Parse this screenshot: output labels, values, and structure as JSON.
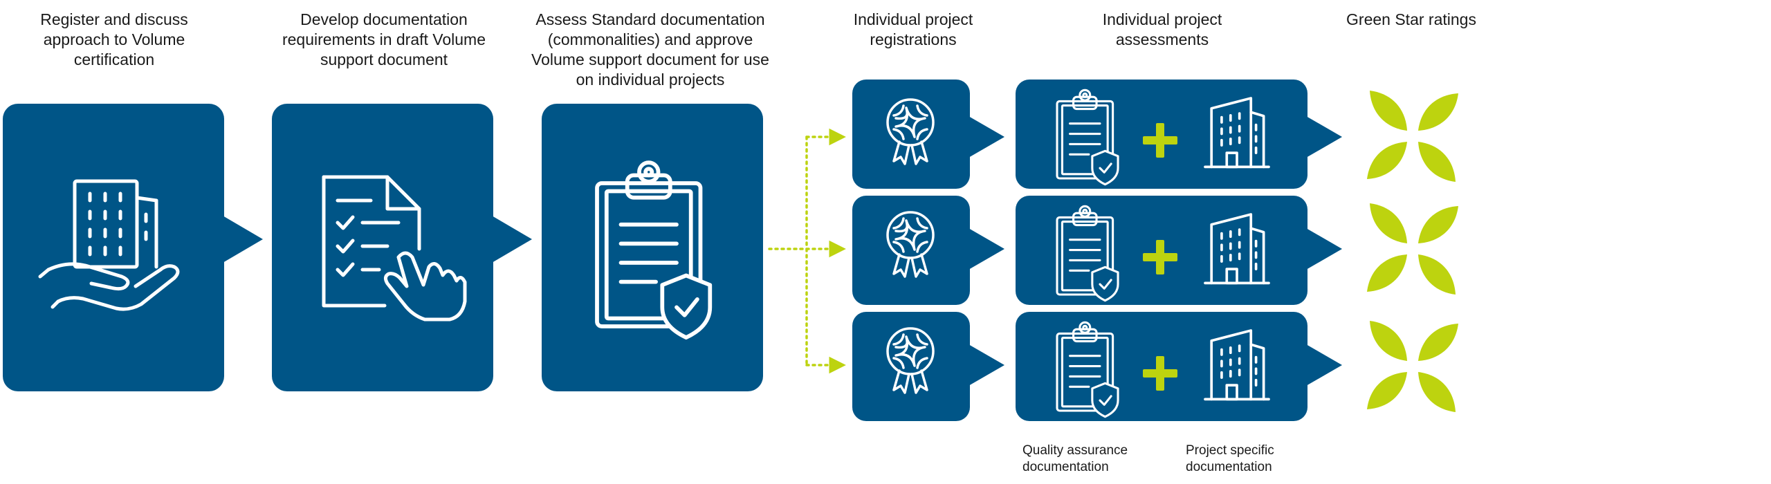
{
  "colors": {
    "primary_blue": "#005587",
    "accent_green": "#bdd30f",
    "icon_white": "#ffffff"
  },
  "steps": [
    {
      "label": "Register and discuss approach to Volume certification"
    },
    {
      "label": "Develop documentation requirements in draft Volume support document"
    },
    {
      "label": "Assess Standard documentation (commonalities) and approve Volume support document for use on individual projects"
    },
    {
      "label": "Individual project registrations"
    },
    {
      "label": "Individual project assessments"
    },
    {
      "label": "Green Star ratings"
    }
  ],
  "assessment_sublabels": {
    "quality_assurance": "Quality assurance documentation",
    "project_specific": "Project specific documentation"
  },
  "icons": {
    "step1": "building-in-hand-icon",
    "step2": "checklist-document-hand-icon",
    "step3": "clipboard-shield-icon",
    "registration": "award-ribbon-icon",
    "assessment_left": "clipboard-shield-icon",
    "assessment_right": "building-icon",
    "rating": "green-star-logo-icon",
    "plus": "plus-icon"
  },
  "branch_count": 3
}
